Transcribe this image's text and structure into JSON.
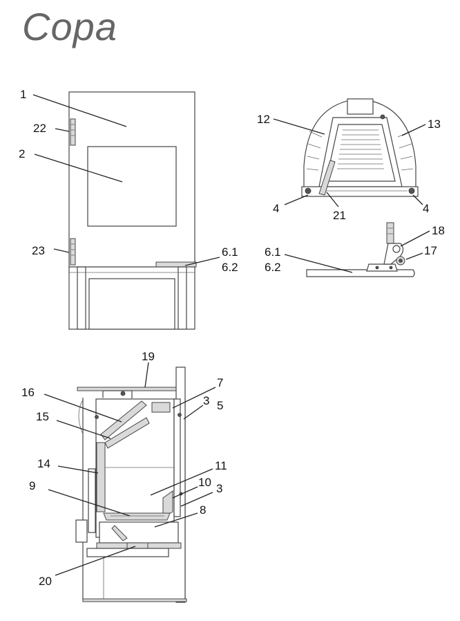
{
  "title": "Copa",
  "labels": {
    "l1": "1",
    "l2": "2",
    "l22": "22",
    "l23": "23",
    "l61a": "6.1",
    "l62a": "6.2",
    "l12": "12",
    "l13": "13",
    "l4a": "4",
    "l21": "21",
    "l4b": "4",
    "l18": "18",
    "l17": "17",
    "l61b": "6.1",
    "l62b": "6.2",
    "l19": "19",
    "l16": "16",
    "l7": "7",
    "l3a": "3",
    "l5": "5",
    "l15": "15",
    "l14": "14",
    "l11": "11",
    "l9": "9",
    "l10": "10",
    "l3b": "3",
    "l8": "8",
    "l20": "20"
  }
}
